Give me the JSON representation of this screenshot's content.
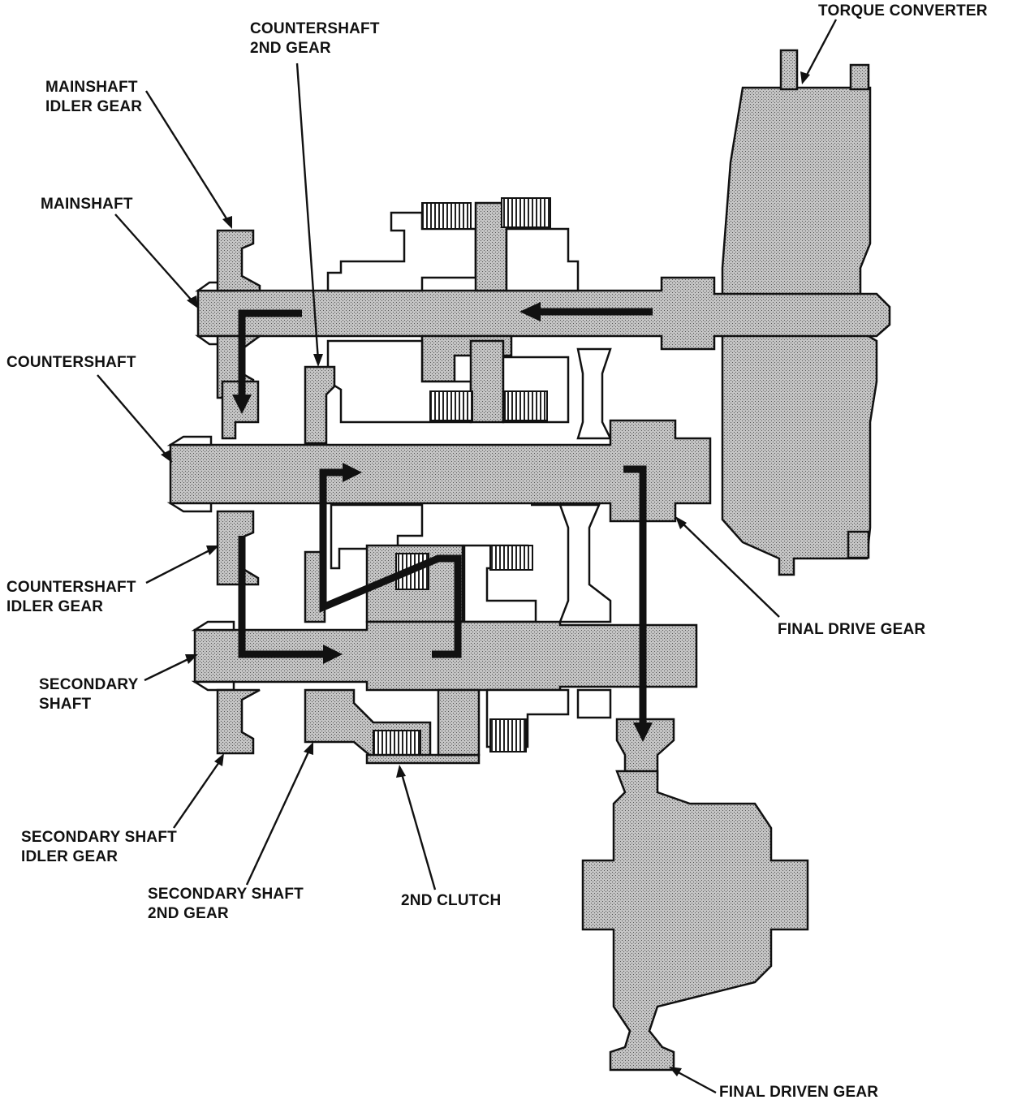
{
  "labels": {
    "torque_converter": "TORQUE CONVERTER",
    "countershaft_2nd_gear": [
      "COUNTERSHAFT",
      "2ND GEAR"
    ],
    "mainshaft_idler_gear": [
      "MAINSHAFT",
      "IDLER GEAR"
    ],
    "mainshaft": "MAINSHAFT",
    "countershaft": "COUNTERSHAFT",
    "countershaft_idler_gear": [
      "COUNTERSHAFT",
      "IDLER GEAR"
    ],
    "final_drive_gear": "FINAL DRIVE GEAR",
    "secondary_shaft": [
      "SECONDARY",
      "SHAFT"
    ],
    "secondary_shaft_idler_gear": [
      "SECONDARY SHAFT",
      "IDLER GEAR"
    ],
    "secondary_shaft_2nd_gear": [
      "SECONDARY SHAFT",
      "2ND GEAR"
    ],
    "2nd_clutch": "2ND CLUTCH",
    "final_driven_gear": "FINAL DRIVEN GEAR"
  },
  "colors": {
    "ink": "#111111",
    "hatch_fill": "#bdbdbd",
    "background": "#ffffff"
  }
}
